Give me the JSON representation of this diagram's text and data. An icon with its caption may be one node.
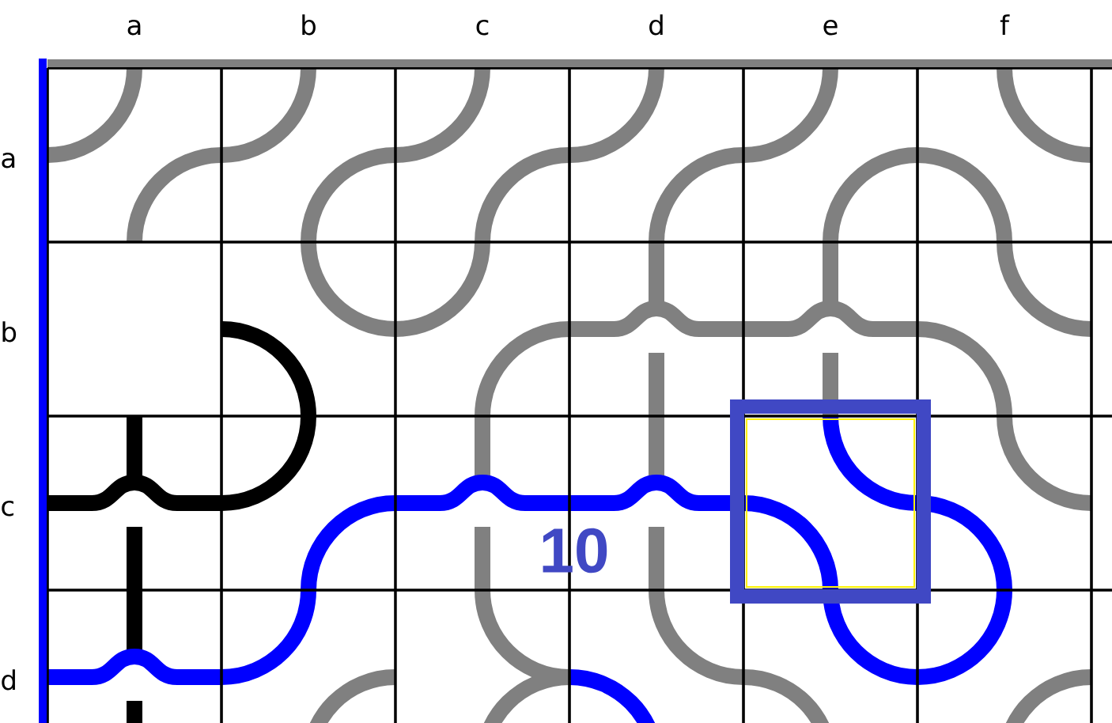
{
  "diagram": {
    "labels": [
      "a",
      "b",
      "c",
      "d",
      "e",
      "f",
      "a",
      "b",
      "c",
      "d",
      "10"
    ]
  }
}
